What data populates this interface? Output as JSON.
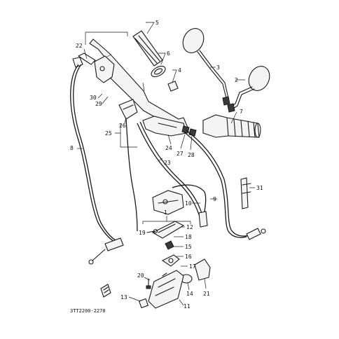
{
  "diagram": {
    "code": "3TT2200-2270",
    "callouts": [
      "1",
      "2",
      "3",
      "4",
      "5",
      "6",
      "7",
      "8",
      "9",
      "10",
      "11",
      "12",
      "13",
      "14",
      "15",
      "16",
      "17",
      "18",
      "19",
      "20",
      "21",
      "22",
      "23",
      "24",
      "25",
      "26",
      "27",
      "28",
      "29",
      "30",
      "31"
    ]
  }
}
